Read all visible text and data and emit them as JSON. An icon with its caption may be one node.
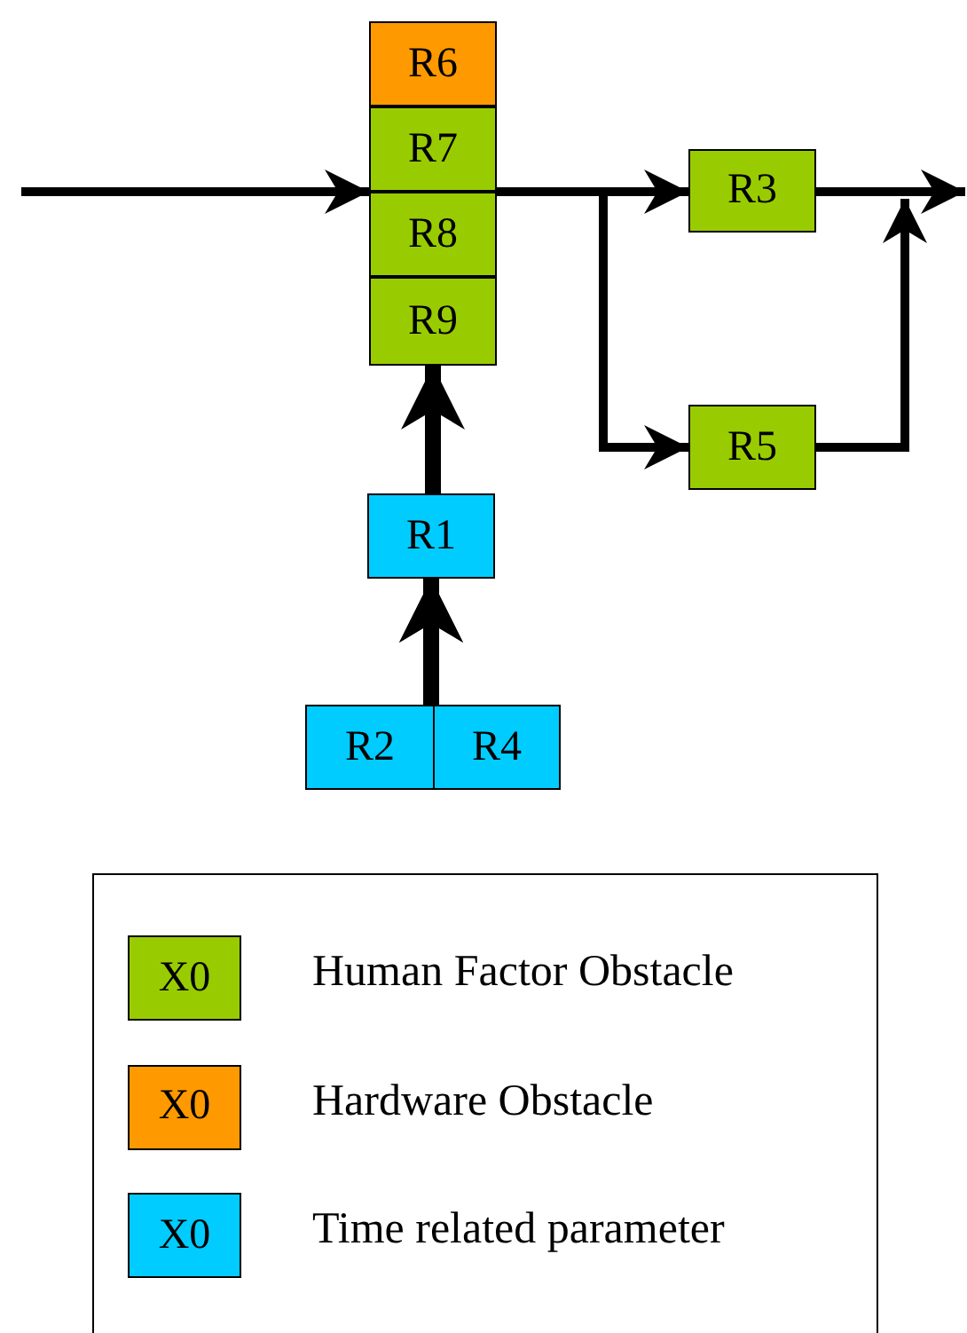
{
  "diagram": {
    "nodes": [
      {
        "text": [
          "R6"
        ]
      },
      {
        "text": [
          "R7"
        ]
      },
      {
        "text": [
          "R8"
        ]
      },
      {
        "text": [
          "R9"
        ]
      },
      {
        "text": [
          "R3"
        ]
      },
      {
        "text": [
          "R5"
        ]
      },
      {
        "text": [
          "R1"
        ]
      },
      {
        "text": [
          "R2"
        ]
      },
      {
        "text": [
          "R4"
        ]
      }
    ],
    "edges": [
      {
        "from": null,
        "to": 1,
        "arrow": "to"
      },
      {
        "from": 1,
        "to": 4,
        "arrow": "to"
      },
      {
        "from": 1,
        "to": 5,
        "arrow": "to"
      },
      {
        "from": 4,
        "to": null,
        "arrow": "to"
      },
      {
        "from": 5,
        "to": null,
        "arrow": "to"
      },
      {
        "from": 6,
        "to": 3,
        "arrow": "to",
        "style": "thick"
      },
      {
        "from": 7,
        "to": 6,
        "arrow": "to",
        "style": "thick"
      },
      {
        "from": 8,
        "to": 6,
        "arrow": "to",
        "style": "thick"
      }
    ],
    "labels": [
      "X0",
      "X0",
      "X0"
    ],
    "legend": [
      {
        "text": "Human Factor Obstacle",
        "color": "#99cc00"
      },
      {
        "text": "Hardware Obstacle",
        "color": "#ff9900"
      },
      {
        "text": "Time related parameter",
        "color": "#00ccff"
      }
    ]
  }
}
